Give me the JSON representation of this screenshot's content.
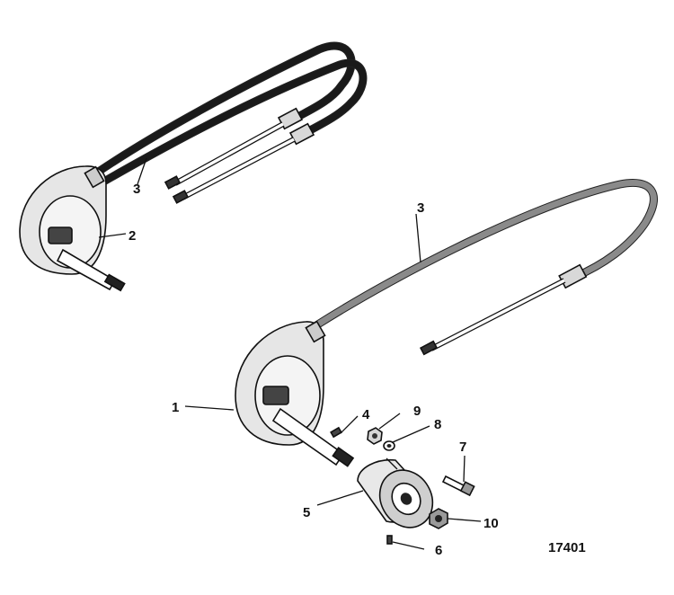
{
  "figure_number": "17401",
  "callouts": {
    "c1": "1",
    "c2": "2",
    "c3_upper": "3",
    "c3_lower": "3",
    "c4": "4",
    "c5": "5",
    "c6": "6",
    "c7": "7",
    "c8": "8",
    "c9": "9",
    "c10": "10"
  }
}
